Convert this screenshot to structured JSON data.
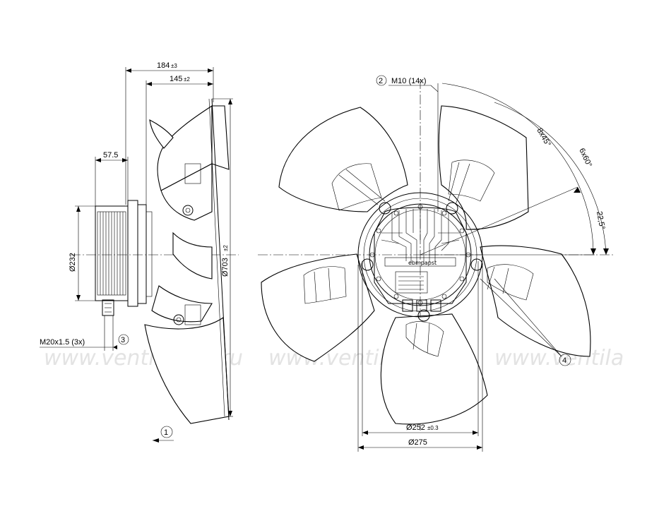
{
  "watermark": {
    "items": [
      "www.ventilatory.ru",
      "www.ventilatory.ru",
      "www.ventila"
    ]
  },
  "side_view": {
    "overall_length": {
      "value": "184",
      "tolerance": "±3"
    },
    "blade_depth": {
      "value": "145",
      "tolerance": "±2"
    },
    "motor_offset": {
      "value": "57.5"
    },
    "motor_diameter": {
      "value": "Ø232"
    },
    "fan_diameter": {
      "value": "Ø703",
      "tolerance": "±2"
    },
    "cable_gland": {
      "value": "M20x1.5 (3x)"
    },
    "callout_airflow": "1",
    "callout_gland": "3"
  },
  "front_view": {
    "mounting_thread": {
      "value": "M10 (14x)",
      "callout": "2"
    },
    "angle_8x": "8x45°",
    "angle_6x": "6x60°",
    "angle_offset": "22,5°",
    "hole_circle": {
      "value": "Ø252",
      "tolerance": "±0.3"
    },
    "flange_diameter": {
      "value": "Ø275"
    },
    "callout_flange": "4",
    "brand_label": "ebmpapst"
  }
}
